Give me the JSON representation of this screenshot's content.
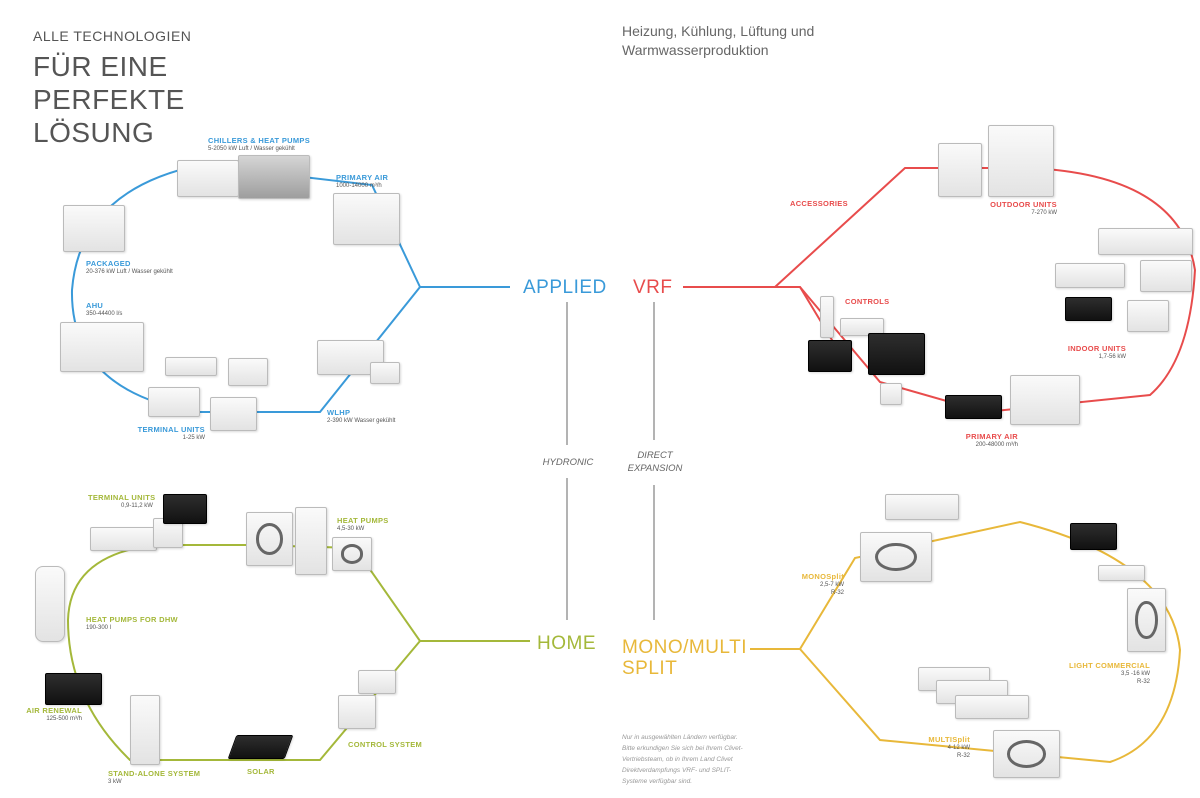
{
  "header": {
    "kicker": "ALLE TECHNOLOGIEN",
    "title_lines": [
      "FÜR EINE",
      "PERFEKTE",
      "LÖSUNG"
    ],
    "intro_lines": [
      "Heizung, Kühlung, Lüftung und",
      "Warmwasserproduktion"
    ]
  },
  "colors": {
    "applied": "#3a9ad9",
    "vrf": "#e84c4c",
    "home": "#a4b83a",
    "split": "#e8b83a",
    "divider": "#9a9a9a"
  },
  "hubs": {
    "applied": "APPLIED",
    "vrf": "VRF",
    "home": "HOME",
    "split_lines": [
      "MONO/MULTI",
      "SPLIT"
    ]
  },
  "middle": {
    "hydronic": "HYDRONIC",
    "direct_lines": [
      "DIRECT",
      "EXPANSION"
    ]
  },
  "applied": {
    "chillers": {
      "label": "CHILLERS & HEAT PUMPS",
      "sub": "5-2050 kW Luft / Wasser gekühlt"
    },
    "primary_air": {
      "label": "PRIMARY AIR",
      "sub": "1000-14000 m³/h"
    },
    "packaged": {
      "label": "PACKAGED",
      "sub": "20-376 kW Luft / Wasser gekühlt"
    },
    "ahu": {
      "label": "AHU",
      "sub": "350-44400 l/s"
    },
    "terminal": {
      "label": "TERMINAL UNITS",
      "sub": "1-25 kW"
    },
    "wlhp": {
      "label": "WLHP",
      "sub": "2-390 kW Wasser gekühlt"
    }
  },
  "vrf": {
    "accessories": {
      "label": "ACCESSORIES"
    },
    "outdoor": {
      "label": "OUTDOOR UNITS",
      "sub": "7-270 kW"
    },
    "controls": {
      "label": "CONTROLS"
    },
    "indoor": {
      "label": "INDOOR UNITS",
      "sub": "1,7-56 kW"
    },
    "primary_air": {
      "label": "PRIMARY AIR",
      "sub": "200-48000 m³/h"
    }
  },
  "home": {
    "terminal": {
      "label": "TERMINAL UNITS",
      "sub": "0,9-11,2 kW"
    },
    "heat_pumps": {
      "label": "HEAT PUMPS",
      "sub": "4,5-30 kW"
    },
    "dhw": {
      "label": "HEAT PUMPS FOR DHW",
      "sub": "190-300 l"
    },
    "air_renewal": {
      "label": "AIR RENEWAL",
      "sub": "125-500 m³/h"
    },
    "stand_alone": {
      "label": "STAND-ALONE SYSTEM",
      "sub": "3 kW"
    },
    "solar": {
      "label": "SOLAR"
    },
    "control": {
      "label": "CONTROL SYSTEM"
    }
  },
  "split": {
    "mono": {
      "label": "MONOSplit",
      "sub_lines": [
        "2,5-7 kW",
        "R-32"
      ]
    },
    "light_commercial": {
      "label": "LIGHT COMMERCIAL",
      "sub_lines": [
        "3,5 -16 kW",
        "R-32"
      ]
    },
    "multi": {
      "label": "MULTISplit",
      "sub_lines": [
        "4-12 kW",
        "R-32"
      ]
    }
  },
  "footnote_lines": [
    "Nur in ausgewählten Ländern verfügbar.",
    "Bitte erkundigen Sie sich bei Ihrem Clivet-",
    "Vertriebsteam, ob in Ihrem Land Clivet",
    "Direktverdampfungs VRF- und SPLIT-",
    "Systeme verfügbar sind."
  ]
}
